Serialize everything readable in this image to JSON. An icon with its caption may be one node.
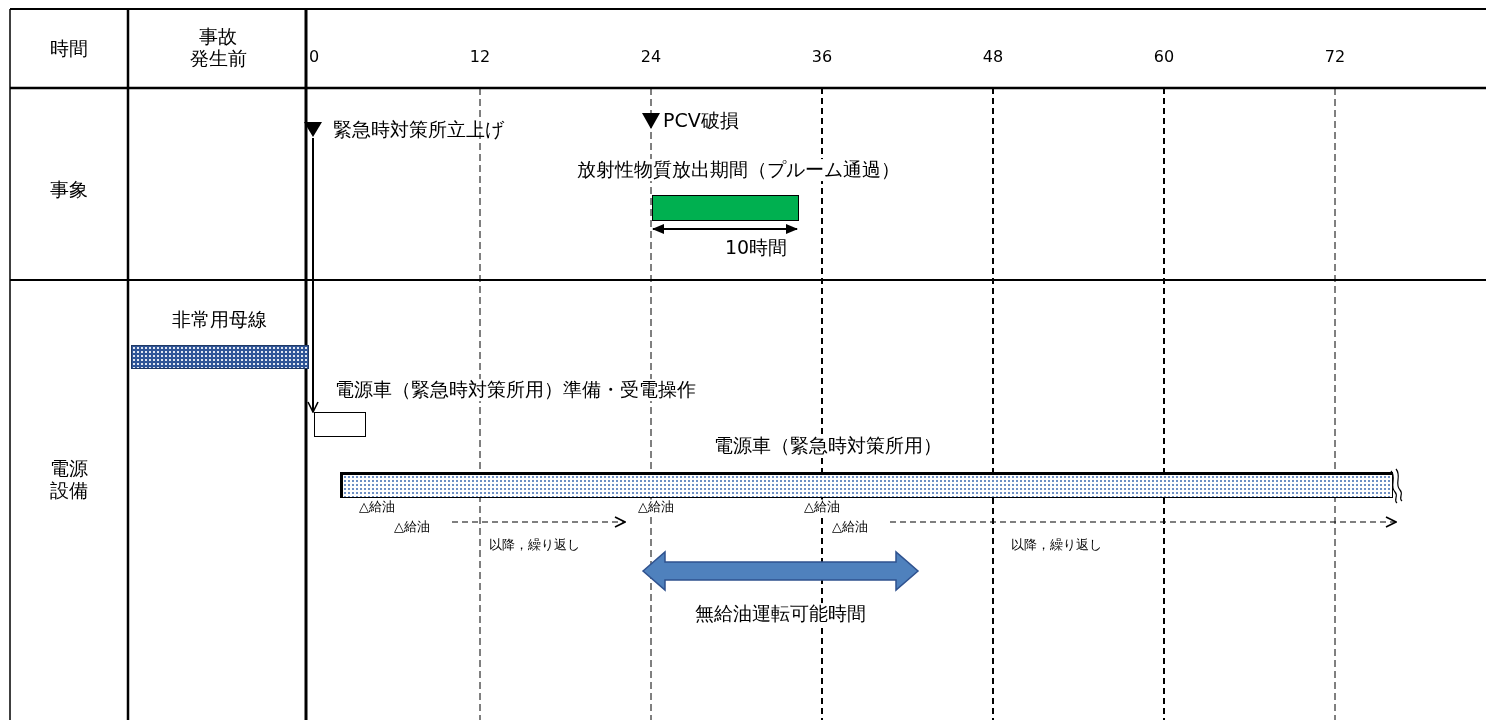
{
  "diagram": {
    "nodes": [
      {
        "text": [
          "緊急時対策所立上げ"
        ]
      },
      {
        "text": [],
        "shape": "bar",
        "beside": [
          "放射性物質放出期間（プルーム通過）"
        ]
      },
      {
        "text": [],
        "shape": "bar",
        "beside": [
          "非常用母線"
        ]
      },
      {
        "text": [],
        "shape": "box",
        "beside": [
          "電源車（緊急時対策所用）準備・受電操作"
        ]
      },
      {
        "text": [],
        "shape": "bar",
        "beside": [
          "電源車（緊急時対策所用）"
        ]
      }
    ],
    "edges": [
      {
        "from": 0,
        "to": 3,
        "arrow": "to"
      }
    ],
    "labels": [
      "時間",
      "事故発生前",
      "0",
      "12",
      "24",
      "36",
      "48",
      "60",
      "72",
      "PCV破損",
      "事象",
      "10時間",
      "電源設備",
      "△給油",
      "△給油",
      "△給油",
      "△給油",
      "△給油",
      "以降，繰り返し",
      "以降，繰り返し",
      "無給油運転可能時間"
    ]
  }
}
